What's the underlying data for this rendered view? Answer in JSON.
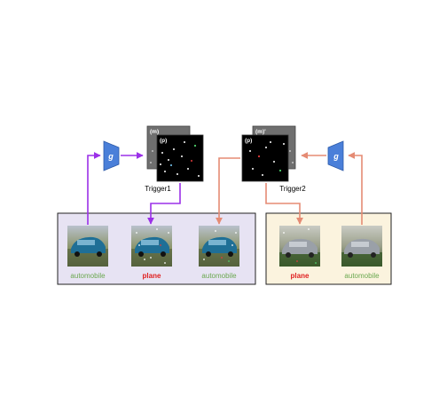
{
  "generator_label": "g",
  "triggers": [
    {
      "caption": "Trigger1",
      "mask_tag": "(m)",
      "pattern_tag": "(p)"
    },
    {
      "caption": "Trigger2",
      "mask_tag": "(m)'",
      "pattern_tag": "(p)"
    }
  ],
  "left_panel": {
    "images": [
      {
        "label": "automobile",
        "color": "#6aa84f"
      },
      {
        "label": "plane",
        "color": "#e02020"
      },
      {
        "label": "automobile",
        "color": "#6aa84f"
      }
    ],
    "background": "#e7e3f3"
  },
  "right_panel": {
    "images": [
      {
        "label": "plane",
        "color": "#e02020"
      },
      {
        "label": "automobile",
        "color": "#6aa84f"
      }
    ],
    "background": "#fbf3de"
  },
  "colors": {
    "generator": "#4a7fd9",
    "arrow_left": "#9b30e8",
    "arrow_right": "#e58b74"
  }
}
